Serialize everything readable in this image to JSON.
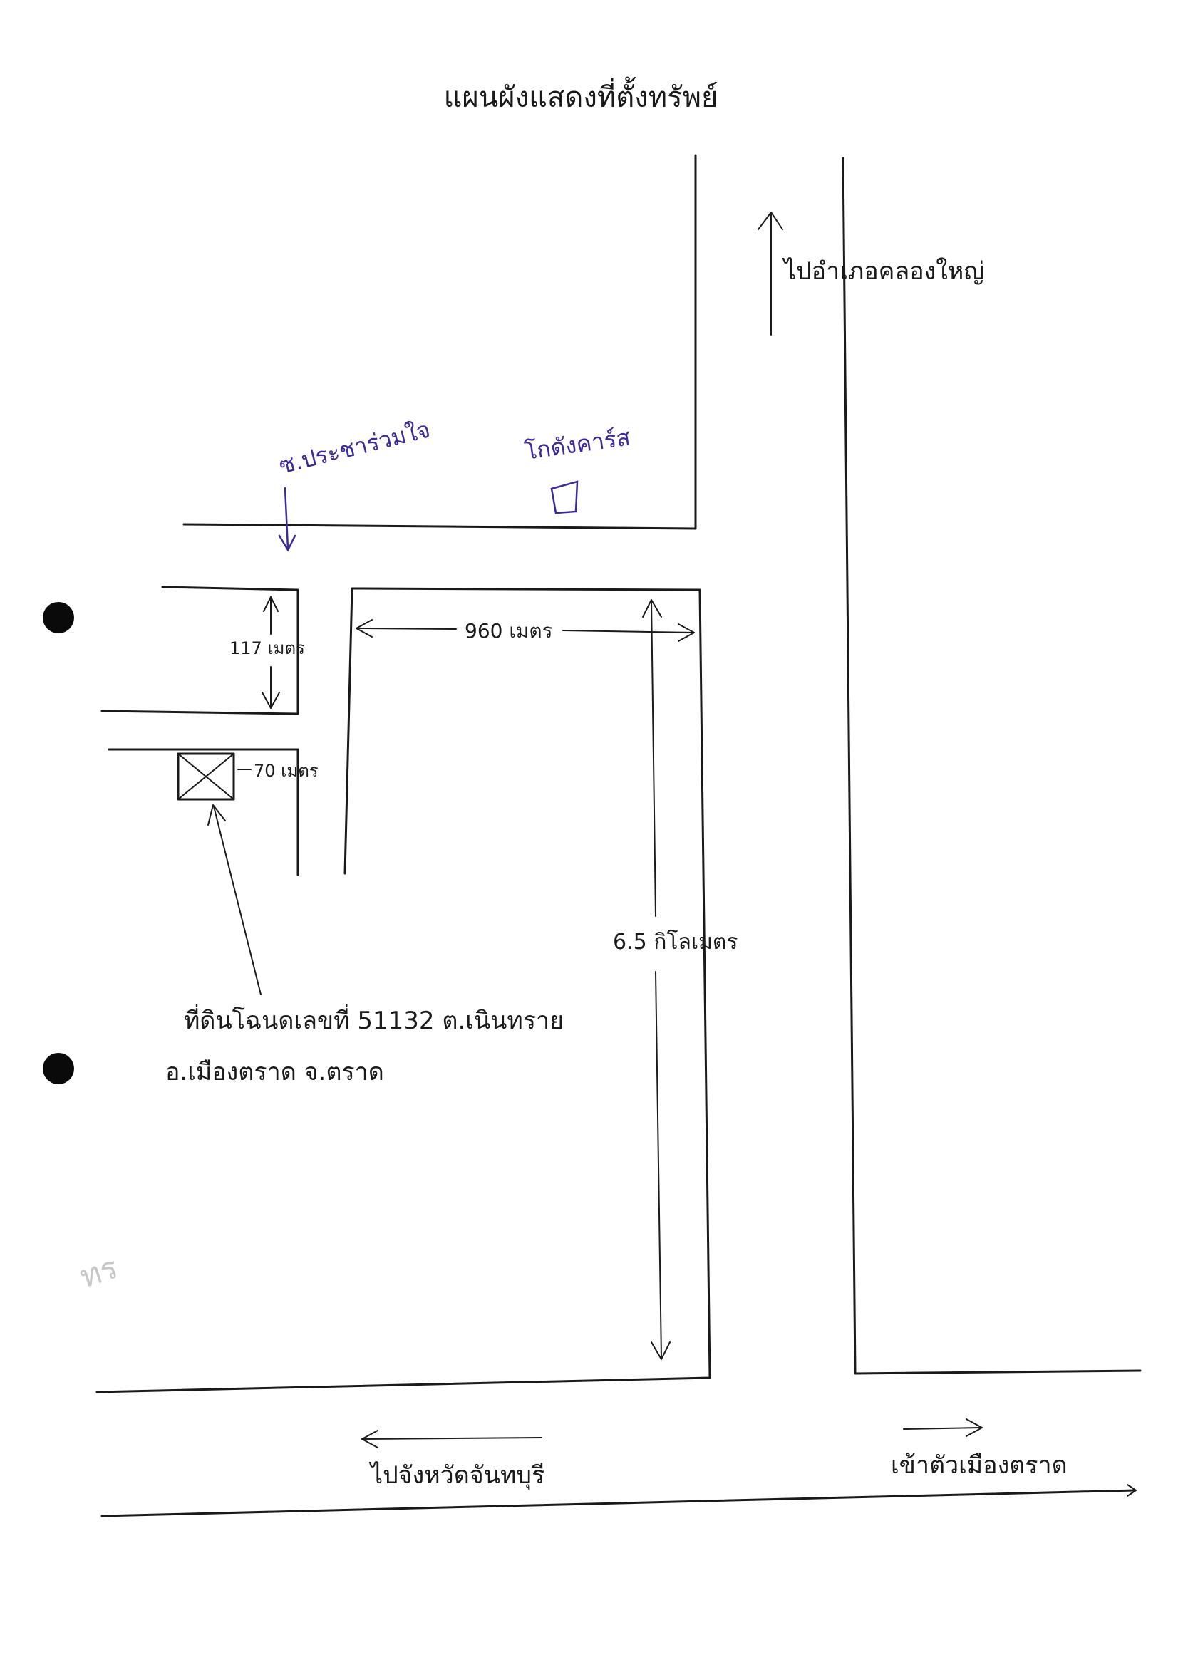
{
  "map": {
    "title": "แผนผังแสดงที่ตั้งทรัพย์",
    "landmarks": {
      "road_north": "ไปอำเภอคลองใหญ่",
      "soi_name": "ซ.ประชาร่วมใจ",
      "building": "โกดังคาร์ส"
    },
    "measurements": {
      "width_117": "117 เมตร",
      "side_70": "70 เมตร",
      "distance_960": "960 เมตร",
      "distance_6_5": "6.5 กิโลเมตร"
    },
    "property": {
      "line1": "ที่ดินโฉนดเลขที่ 51132 ต.เนินทราย",
      "line2": "อ.เมืองตราด จ.ตราด"
    },
    "directions": {
      "west": "ไปจังหวัดจันทบุรี",
      "east": "เข้าตัวเมืองตราด"
    },
    "annotation": "ทร"
  }
}
